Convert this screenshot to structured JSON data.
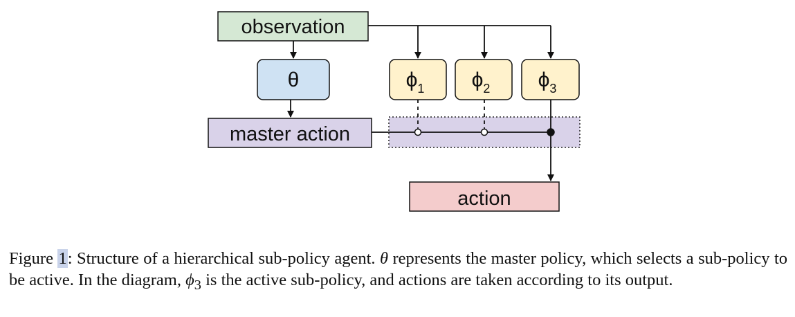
{
  "diagram": {
    "nodes": {
      "observation": {
        "label": "observation",
        "fill": "#d5e8d4",
        "stroke": "#111111"
      },
      "theta": {
        "label": "θ",
        "fill": "#cfe2f3",
        "stroke": "#111111"
      },
      "phi1": {
        "symbol": "ϕ",
        "subscript": "1",
        "fill": "#fff2cc",
        "stroke": "#111111"
      },
      "phi2": {
        "symbol": "ϕ",
        "subscript": "2",
        "fill": "#fff2cc",
        "stroke": "#111111"
      },
      "phi3": {
        "symbol": "ϕ",
        "subscript": "3",
        "fill": "#fff2cc",
        "stroke": "#111111"
      },
      "master_action": {
        "label": "master action",
        "fill": "#d9d2e9",
        "stroke": "#111111"
      },
      "selector": {
        "fill": "#d9d2e9"
      },
      "action": {
        "label": "action",
        "fill": "#f4cccc",
        "stroke": "#111111"
      }
    }
  },
  "caption": {
    "figure_label": "Figure",
    "figure_number": "1",
    "text_1": ": Structure of a hierarchical sub-policy agent. ",
    "theta": "θ",
    "text_2": " represents the master policy, which selects a sub-policy to be active. In the diagram, ",
    "phi": "ϕ",
    "phi_sub": "3",
    "text_3": " is the active sub-policy, and actions are taken according to its output."
  }
}
